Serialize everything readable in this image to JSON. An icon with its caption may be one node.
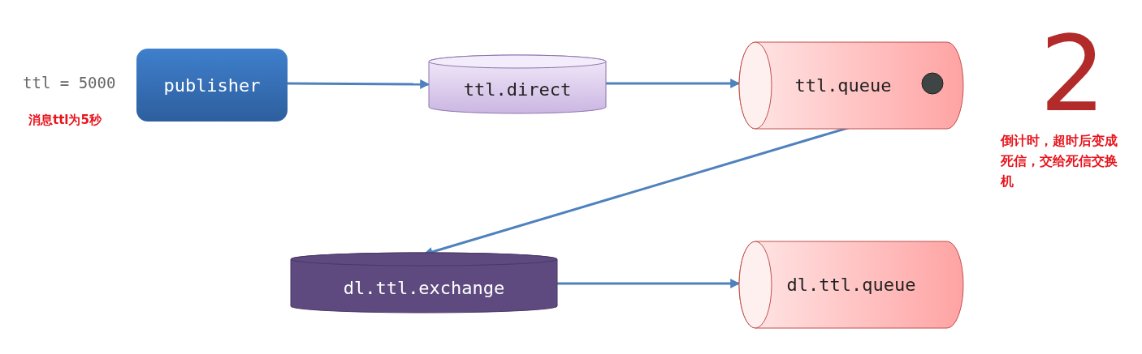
{
  "diagram": {
    "nodes": [
      {
        "text": [
          "publisher"
        ]
      },
      {
        "text": [
          "ttl.direct"
        ]
      },
      {
        "text": [
          "ttl.queue"
        ]
      },
      {
        "text": [
          "dl.ttl.exchange"
        ]
      },
      {
        "text": [
          "dl.ttl.queue"
        ]
      }
    ],
    "edges": [
      {
        "from": 0,
        "to": 1,
        "arrow": "to"
      },
      {
        "from": 1,
        "to": 2,
        "arrow": "to"
      },
      {
        "from": 2,
        "to": 3,
        "arrow": "to"
      },
      {
        "from": 3,
        "to": 4,
        "arrow": "to"
      }
    ],
    "labels": [
      "ttl = 5000",
      "消息ttl为5秒",
      "2",
      "倒计时，超时后变成死信，交给死信交换机"
    ]
  }
}
